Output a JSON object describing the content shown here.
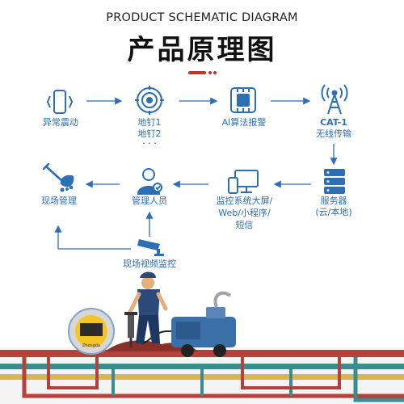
{
  "header": {
    "title_en": "PRODUCT SCHEMATIC DIAGRAM",
    "title_cn": "产品原理图"
  },
  "flow": {
    "abnormal_vibration": "异常震动",
    "nail_1": "地钉1",
    "nail_2": "地钉2",
    "nail_more": "· · ·",
    "ai_alarm": "AI算法报警",
    "cat1": "CAT-1",
    "wireless": "无线传输",
    "server": "服务器",
    "server_sub": "(云/本地)",
    "monitor_line1": "监控系统大屏/",
    "monitor_line2": "Web/小程序/",
    "monitor_line3": "短信",
    "manager": "管理人员",
    "site_management": "现场管理",
    "site_video": "现场视频监控"
  },
  "device_text": "Zhongda",
  "colors": {
    "accent_blue": "#2c6fb5",
    "accent_red": "#c9302c",
    "pipe_red": "#b5413c",
    "pipe_teal": "#3a8c8f",
    "pipe_yellow": "#d9b64a"
  },
  "icons": [
    "vibration-icon",
    "ground-nail-icon",
    "ai-chip-icon",
    "antenna-tower-icon",
    "server-icon",
    "monitor-devices-icon",
    "manager-person-icon",
    "shovel-icon",
    "cctv-camera-icon"
  ]
}
